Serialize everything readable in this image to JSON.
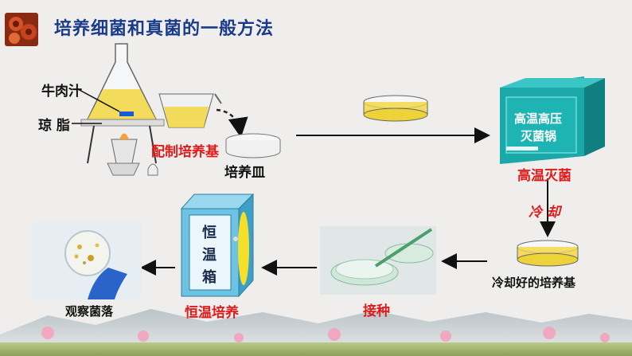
{
  "title": "培养细菌和真菌的一般方法",
  "labels": {
    "beef_broth": "牛肉汁",
    "agar": "琼 脂",
    "prepare_medium": "配制培养基",
    "petri_dish": "培养皿",
    "sterilize": "高温灭菌",
    "autoclave_line1": "高温高压",
    "autoclave_line2": "灭菌锅",
    "cool": "冷 却",
    "cooled_medium": "冷却好的培养基",
    "inoculate": "接种",
    "incubate": "恒温培养",
    "incubator_text": [
      "恒",
      "温",
      "箱"
    ],
    "observe": "观察菌落"
  },
  "colors": {
    "title": "#1a3b8a",
    "red_label": "#e01b1b",
    "autoclave": "#1aa8a8",
    "incubator": "#6ec3e3",
    "medium": "#f2d640"
  }
}
